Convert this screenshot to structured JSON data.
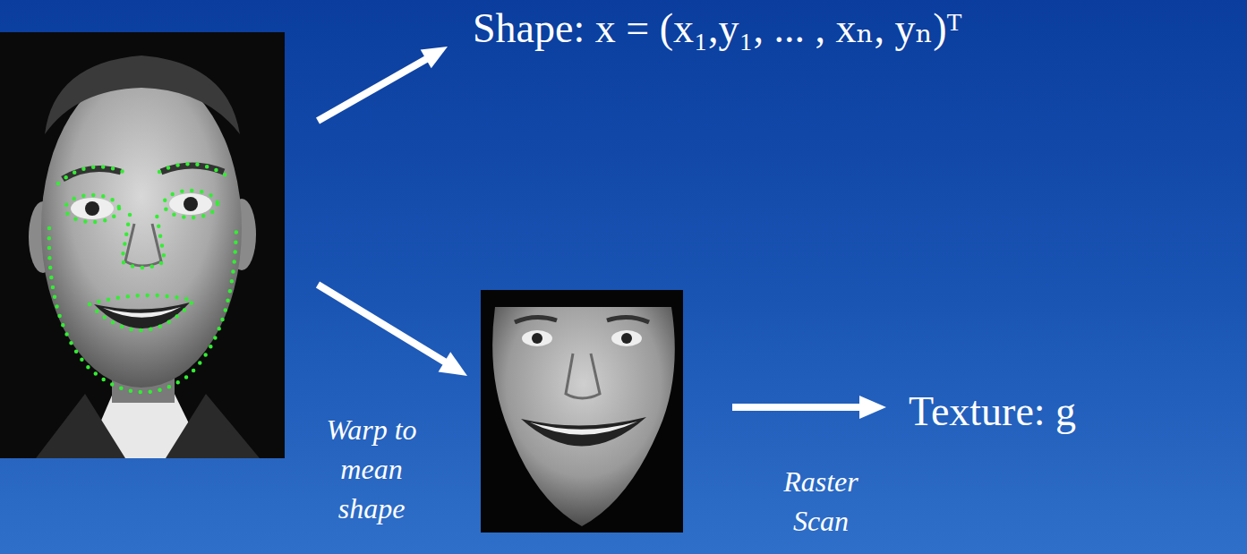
{
  "diagram": {
    "labels": [
      "Shape: x = (x₁,y₁, ... , xₙ, yₙ)ᵀ",
      "Warp to mean shape",
      "Raster Scan",
      "Texture: g"
    ]
  }
}
